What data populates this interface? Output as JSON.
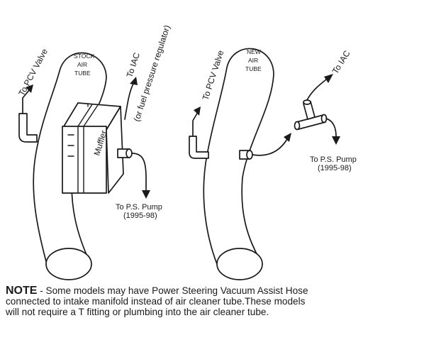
{
  "left_diagram": {
    "tube_label_1": "STOCK",
    "tube_label_2": "AIR",
    "tube_label_3": "TUBE",
    "pcv_label": "To PCV Valve",
    "iac_label_1": "To IAC",
    "iac_label_2": "(or fuel pressure regulator)",
    "muffler_label": "Muffler",
    "ps_label_1": "To P.S. Pump",
    "ps_label_2": "(1995-98)"
  },
  "right_diagram": {
    "tube_label_1": "NEW",
    "tube_label_2": "AIR",
    "tube_label_3": "TUBE",
    "pcv_label": "To PCV Valve",
    "iac_label": "To IAC",
    "ps_label_1": "To P.S. Pump",
    "ps_label_2": "(1995-98)"
  },
  "note": {
    "heading": "NOTE",
    "line_1": " - Some models may have Power Steering Vacuum Assist Hose",
    "line_2": "connected to intake manifold instead of air cleaner tube.These models",
    "line_3": "will not require a T fitting or plumbing into the air cleaner tube."
  }
}
